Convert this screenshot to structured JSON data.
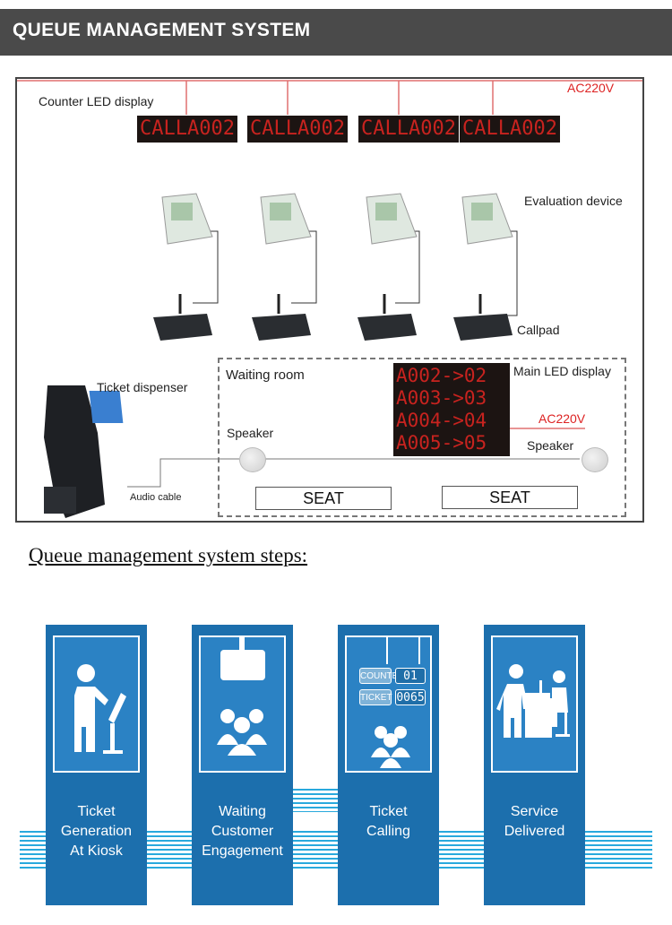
{
  "header": {
    "title": "QUEUE MANAGEMENT SYSTEM"
  },
  "diagram": {
    "counter_led_label": "Counter LED display",
    "power_top": "AC220V",
    "counter_leds": [
      "CALLA002",
      "CALLA002",
      "CALLA002",
      "CALLA002"
    ],
    "evaluation_label": "Evaluation device",
    "callpad_label": "Callpad",
    "ticket_dispenser_label": "Ticket dispenser",
    "audio_cable_label": "Audio cable",
    "waiting_room_label": "Waiting room",
    "main_led_label": "Main LED display",
    "main_led_rows": [
      "A002->02",
      "A003->03",
      "A004->04",
      "A005->05"
    ],
    "power_side": "AC220V",
    "speaker_left": "Speaker",
    "speaker_right": "Speaker",
    "seats": [
      "SEAT",
      "SEAT"
    ]
  },
  "steps_title": "Queue management system steps:",
  "steps": [
    {
      "lines": [
        "Ticket",
        "Generation",
        "At Kiosk"
      ]
    },
    {
      "lines": [
        "Waiting",
        "Customer",
        "Engagement"
      ]
    },
    {
      "lines": [
        "Ticket",
        "Calling"
      ]
    },
    {
      "lines": [
        "Service",
        "Delivered"
      ]
    }
  ],
  "calling_sign": {
    "counter_label": "COUNTER",
    "counter_value": "01",
    "ticket_label": "TICKET",
    "ticket_value": "0065"
  },
  "colors": {
    "header_bg": "#4a4a4a",
    "step_dark": "#1c6fad",
    "step_light": "#2b82c4",
    "stripe": "#29a9dd",
    "led_red": "#c8231f",
    "power_line": "#e07070"
  }
}
